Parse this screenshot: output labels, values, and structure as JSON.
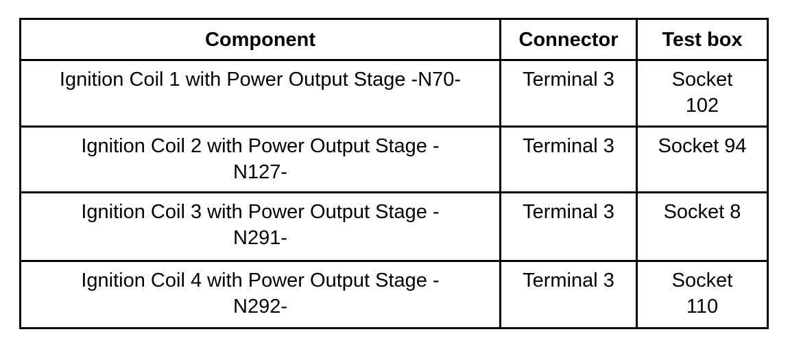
{
  "colors": {
    "border": "#000000",
    "background": "#ffffff",
    "text": "#000000"
  },
  "table": {
    "headers": [
      "Component",
      "Connector",
      "Test box"
    ],
    "rows": [
      {
        "component": "Ignition Coil 1 with Power Output Stage -N70-",
        "connector": "Terminal 3",
        "test_box": "Socket\n102"
      },
      {
        "component": "Ignition Coil 2 with Power Output Stage -\nN127-",
        "connector": "Terminal 3",
        "test_box": "Socket 94"
      },
      {
        "component": "Ignition Coil 3 with Power Output Stage -\nN291-",
        "connector": "Terminal 3",
        "test_box": "Socket 8"
      },
      {
        "component": "Ignition Coil 4 with Power Output Stage -\nN292-",
        "connector": "Terminal 3",
        "test_box": "Socket\n110"
      }
    ]
  }
}
